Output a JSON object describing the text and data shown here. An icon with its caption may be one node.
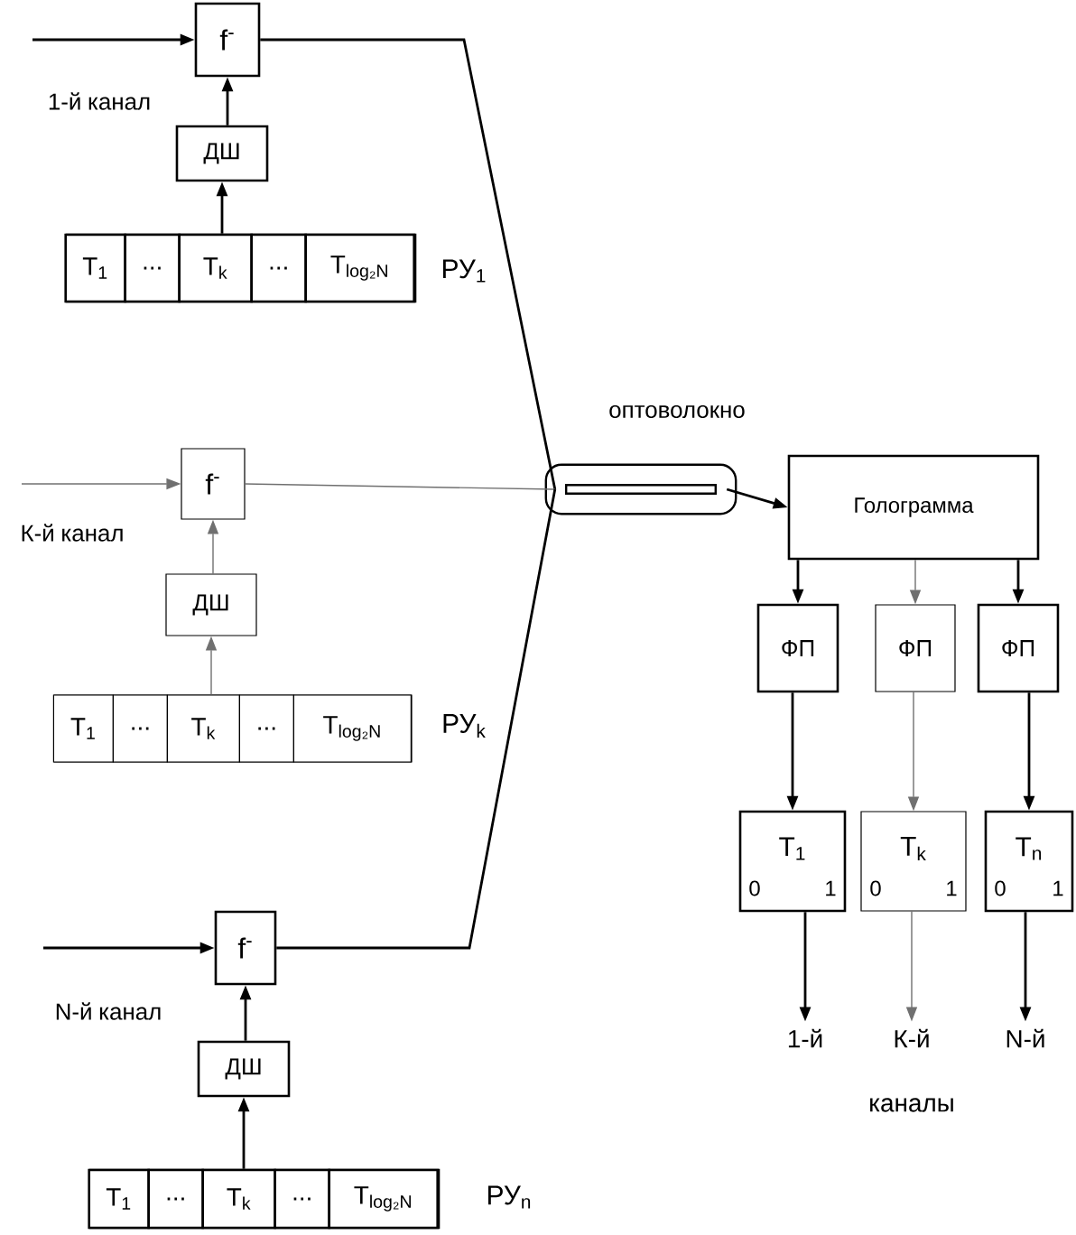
{
  "diagram": {
    "nodes": [
      {
        "text": [
          "f$^{-}$"
        ]
      },
      {
        "text": [
          "ДШ"
        ]
      },
      {
        "text": [],
        "shape": "box",
        "beside": [
          "РУ$_{1}$"
        ]
      },
      {
        "text": [
          "T$_{1}$"
        ],
        "in": 2
      },
      {
        "text": [
          "..."
        ],
        "in": 2
      },
      {
        "text": [
          "T$_{k}$"
        ],
        "in": 2
      },
      {
        "text": [
          "..."
        ],
        "in": 2
      },
      {
        "text": [
          "T$_{log₂N}$"
        ],
        "in": 2
      },
      {
        "text": [
          "f$^{-}$"
        ]
      },
      {
        "text": [
          "ДШ"
        ]
      },
      {
        "text": [],
        "shape": "box",
        "beside": [
          "РУ$_{k}$"
        ]
      },
      {
        "text": [
          "T$_{1}$"
        ],
        "in": 10
      },
      {
        "text": [
          "..."
        ],
        "in": 10
      },
      {
        "text": [
          "T$_{k}$"
        ],
        "in": 10
      },
      {
        "text": [
          "..."
        ],
        "in": 10
      },
      {
        "text": [
          "T$_{log₂N}$"
        ],
        "in": 10
      },
      {
        "text": [
          "f$^{-}$"
        ]
      },
      {
        "text": [
          "ДШ"
        ]
      },
      {
        "text": [],
        "shape": "box",
        "beside": [
          "РУ$_{n}$"
        ]
      },
      {
        "text": [
          "T$_{1}$"
        ],
        "in": 18
      },
      {
        "text": [
          "..."
        ],
        "in": 18
      },
      {
        "text": [
          "T$_{k}$"
        ],
        "in": 18
      },
      {
        "text": [
          "..."
        ],
        "in": 18
      },
      {
        "text": [
          "T$_{log₂N}$"
        ],
        "in": 18
      },
      {
        "text": [],
        "shape": "cylinder",
        "beside": [
          "оптоволокно"
        ]
      },
      {
        "text": [
          "Голограмма"
        ]
      },
      {
        "text": [
          "ФП"
        ]
      },
      {
        "text": [
          "ФП"
        ]
      },
      {
        "text": [
          "ФП"
        ]
      },
      {
        "text": [
          "T$_{1}$",
          "0",
          "1"
        ]
      },
      {
        "text": [
          "T$_{k}$",
          "0",
          "1"
        ]
      },
      {
        "text": [
          "T$_{n}$",
          "0",
          "1"
        ]
      },
      {
        "text": [
          "1-й"
        ]
      },
      {
        "text": [
          "К-й"
        ]
      },
      {
        "text": [
          "N-й"
        ]
      }
    ],
    "edges": [
      {
        "from": null,
        "to": 0,
        "arrow": "to",
        "label": "1-й канал"
      },
      {
        "from": 1,
        "to": 0,
        "arrow": "to"
      },
      {
        "from": 2,
        "to": 1,
        "arrow": "to"
      },
      {
        "from": 0,
        "to": 24,
        "arrow": "none"
      },
      {
        "from": null,
        "to": 8,
        "arrow": "to",
        "label": "К-й канал",
        "color": "#707070"
      },
      {
        "from": 9,
        "to": 8,
        "arrow": "to",
        "color": "#707070"
      },
      {
        "from": 10,
        "to": 9,
        "arrow": "to",
        "color": "#707070"
      },
      {
        "from": 8,
        "to": 24,
        "arrow": "none",
        "color": "#707070"
      },
      {
        "from": null,
        "to": 16,
        "arrow": "to",
        "label": "N-й канал"
      },
      {
        "from": 17,
        "to": 16,
        "arrow": "to"
      },
      {
        "from": 18,
        "to": 17,
        "arrow": "to"
      },
      {
        "from": 16,
        "to": 24,
        "arrow": "none"
      },
      {
        "from": 24,
        "to": 25,
        "arrow": "to"
      },
      {
        "from": 25,
        "to": 26,
        "arrow": "to"
      },
      {
        "from": 25,
        "to": 27,
        "arrow": "to",
        "color": "#707070"
      },
      {
        "from": 25,
        "to": 28,
        "arrow": "to"
      },
      {
        "from": 26,
        "to": 29,
        "arrow": "to"
      },
      {
        "from": 27,
        "to": 30,
        "arrow": "to",
        "color": "#707070"
      },
      {
        "from": 28,
        "to": 31,
        "arrow": "to"
      },
      {
        "from": 29,
        "to": 32,
        "arrow": "to"
      },
      {
        "from": 30,
        "to": 33,
        "arrow": "to",
        "color": "#707070"
      },
      {
        "from": 31,
        "to": 34,
        "arrow": "to"
      }
    ],
    "labels": [
      "каналы"
    ]
  }
}
